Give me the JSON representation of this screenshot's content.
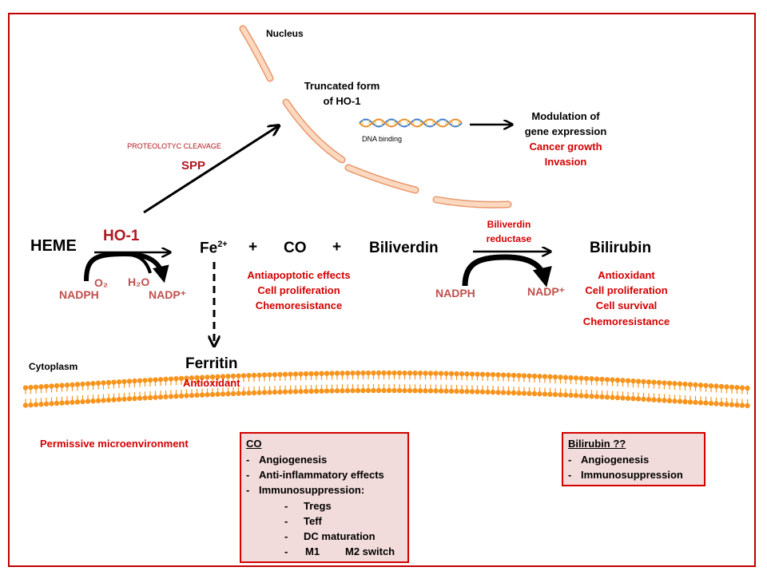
{
  "labels": {
    "nucleus": "Nucleus",
    "truncated": "Truncated form",
    "truncated2": "of HO-1",
    "dna_binding": "DNA binding",
    "modulation": "Modulation of",
    "modulation2": "gene expression",
    "cancer_growth": "Cancer growth",
    "invasion": "Invasion",
    "proteolytic": "PROTEOLOTYC CLEAVAGE",
    "spp": "SPP",
    "heme": "HEME",
    "ho1": "HO-1",
    "o2": "O₂",
    "h2o": "H₂O",
    "nadph_left": "NADPH",
    "nadp_left": "NADP⁺",
    "fe": "Fe",
    "fe_sup": "2+",
    "plus1": "+",
    "co": "CO",
    "plus2": "+",
    "biliverdin": "Biliverdin",
    "biliverdin_reductase": "Biliverdin",
    "biliverdin_reductase2": "reductase",
    "nadph_right": "NADPH",
    "nadp_right": "NADP⁺",
    "bilirubin": "Bilirubin",
    "co_effect1": "Antiapoptotic effects",
    "co_effect2": "Cell proliferation",
    "co_effect3": "Chemoresistance",
    "br_effect1": "Antioxidant",
    "br_effect2": "Cell proliferation",
    "br_effect3": "Cell survival",
    "br_effect4": "Chemoresistance",
    "cytoplasm": "Cytoplasm",
    "ferritin": "Ferritin",
    "ferritin_effect": "Antioxidant",
    "permissive": "Permissive microenvironment"
  },
  "co_box": {
    "title": "CO",
    "items": [
      "Angiogenesis",
      "Anti-inflammatory effects",
      "Immunosuppression:"
    ],
    "subitems": [
      "Tregs",
      "Teff",
      "DC maturation",
      "M1",
      "M2 switch"
    ],
    "dash": "-"
  },
  "bilirubin_box": {
    "title": "Bilirubin ??",
    "items": [
      "Angiogenesis",
      "Immunosuppression"
    ],
    "dash": "-"
  },
  "colors": {
    "frame": "#c00000",
    "red_text": "#d40000",
    "box_fill": "#f2dcdb",
    "membrane": "#f7941d"
  }
}
